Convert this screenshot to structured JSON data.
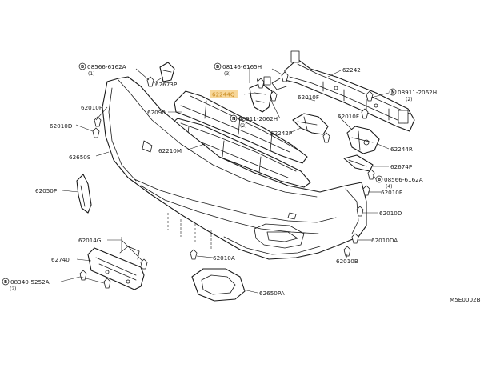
{
  "diagram": {
    "reference_code": "M5E0002B",
    "highlight_color": "#f7d79a",
    "callouts": [
      {
        "id": "c01",
        "text": "08566-6162A",
        "qty": "(1)",
        "bolt_prefix": "B"
      },
      {
        "id": "c02",
        "text": "62673P"
      },
      {
        "id": "c03",
        "text": "62010P"
      },
      {
        "id": "c04",
        "text": "62010D"
      },
      {
        "id": "c05",
        "text": "62650S"
      },
      {
        "id": "c06",
        "text": "62090"
      },
      {
        "id": "c07",
        "text": "62210M"
      },
      {
        "id": "c08",
        "text": "62050P"
      },
      {
        "id": "c09",
        "text": "08146-6165H",
        "qty": "(3)",
        "bolt_prefix": "B"
      },
      {
        "id": "c10",
        "text": "62244Q",
        "highlighted": true
      },
      {
        "id": "c11",
        "text": "08911-2062H",
        "qty": "(2)",
        "bolt_prefix": "N"
      },
      {
        "id": "c12",
        "text": "62010F"
      },
      {
        "id": "c13",
        "text": "62242P"
      },
      {
        "id": "c14",
        "text": "62242"
      },
      {
        "id": "c15",
        "text": "08911-2062H",
        "qty": "(2)",
        "bolt_prefix": "N"
      },
      {
        "id": "c16",
        "text": "62010F"
      },
      {
        "id": "c17",
        "text": "62244R"
      },
      {
        "id": "c18",
        "text": "62674P"
      },
      {
        "id": "c19",
        "text": "08566-6162A",
        "qty": "(4)",
        "bolt_prefix": "B"
      },
      {
        "id": "c20",
        "text": "62010P"
      },
      {
        "id": "c21",
        "text": "62010D"
      },
      {
        "id": "c22",
        "text": "62014G"
      },
      {
        "id": "c23",
        "text": "62740"
      },
      {
        "id": "c24",
        "text": "08340-5252A",
        "qty": "(2)",
        "bolt_prefix": "B"
      },
      {
        "id": "c25",
        "text": "62010A"
      },
      {
        "id": "c26",
        "text": "62010DA"
      },
      {
        "id": "c27",
        "text": "62010B"
      },
      {
        "id": "c28",
        "text": "62650PA"
      }
    ]
  }
}
